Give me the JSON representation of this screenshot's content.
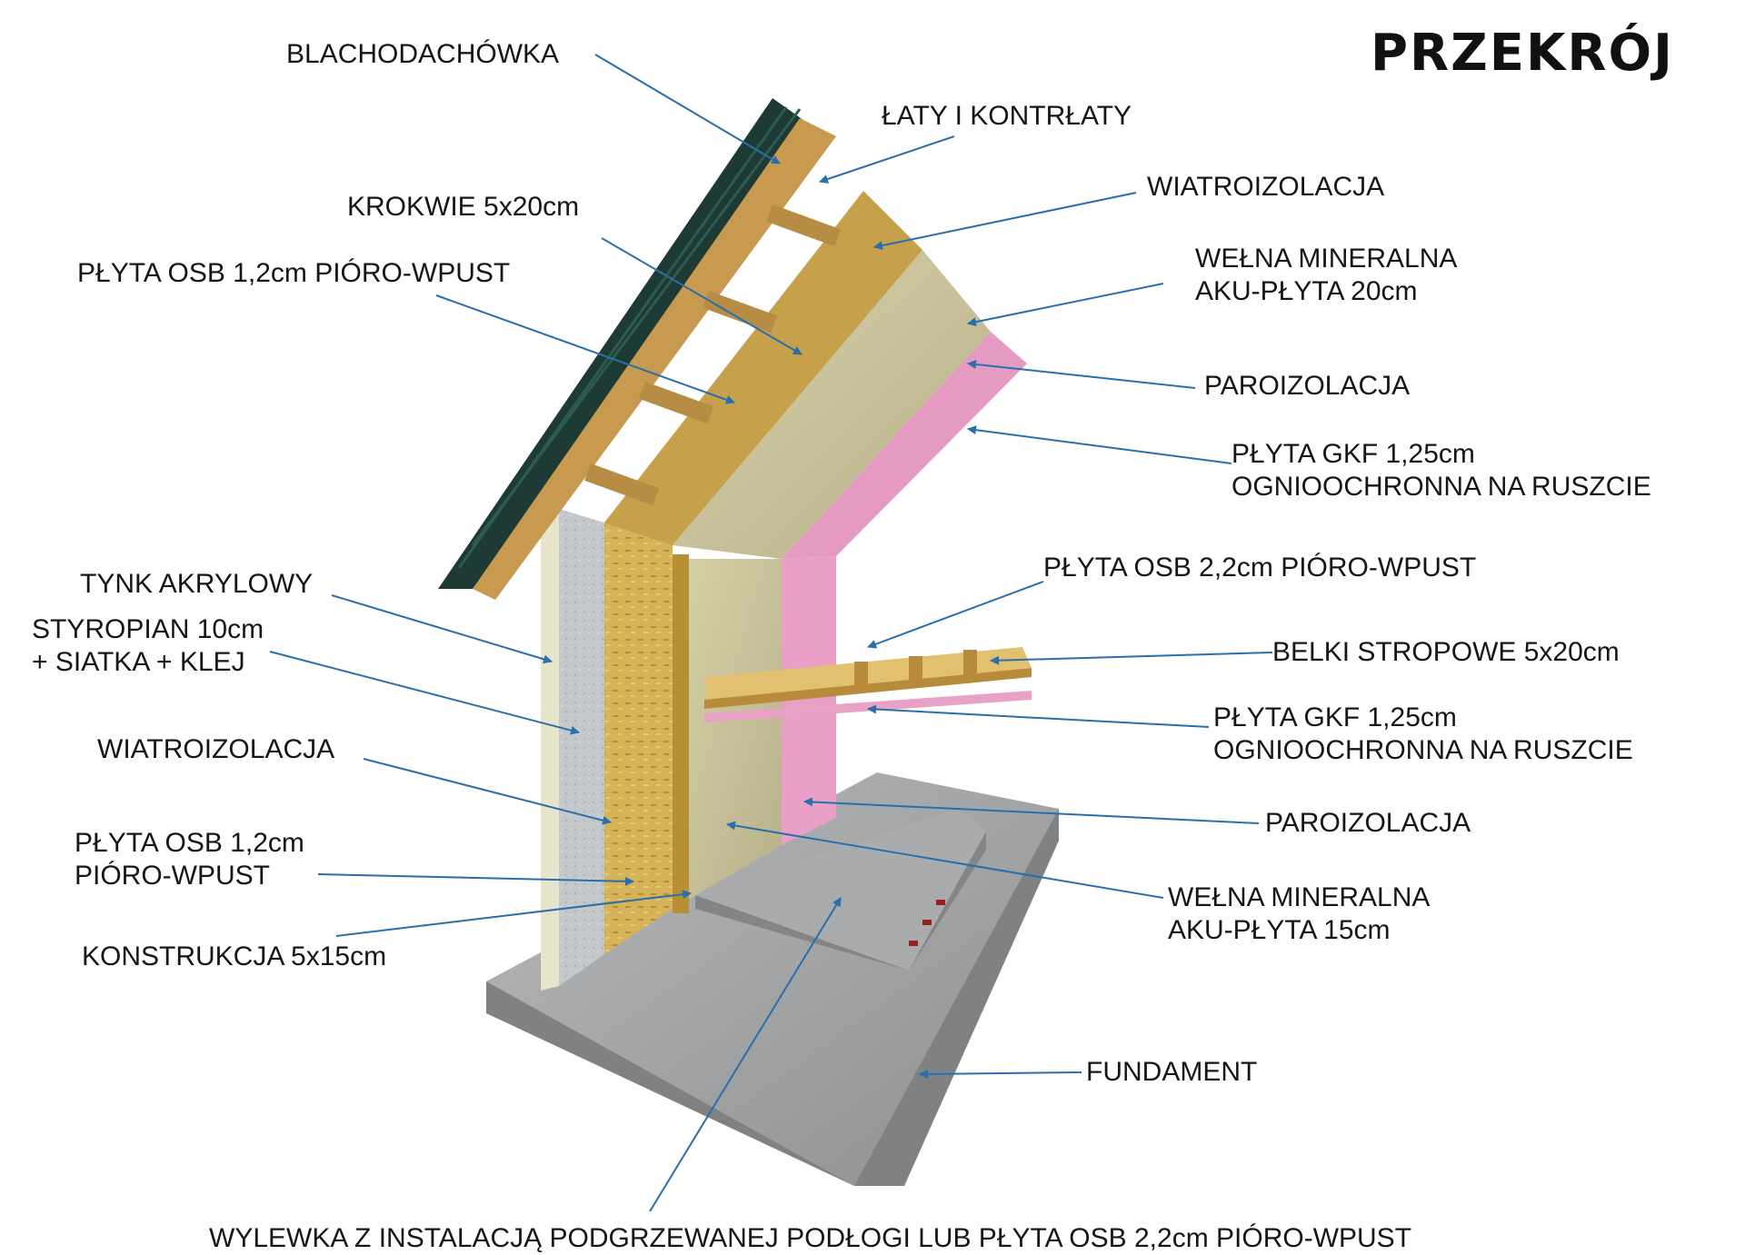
{
  "title": "PRZEKRÓJ",
  "colors": {
    "roof": "#1e3a35",
    "timber": "#c79a4f",
    "osb": "#d9b65a",
    "wool": "#c9c39a",
    "pink": "#eaa0c6",
    "plaster": "#e8e4cc",
    "styrofoam": "#bfc3c6",
    "concrete": "#9a9c9e",
    "arrow": "#2a6fad"
  },
  "labels": {
    "roof_tile": "BLACHODACHÓWKA",
    "battens": "ŁATY I KONTRŁATY",
    "rafters": "KROKWIE 5x20cm",
    "wind_top": "WIATROIZOLACJA",
    "osb_roof": "PŁYTA OSB 1,2cm PIÓRO-WPUST",
    "wool_roof_1": "WEŁNA MINERALNA",
    "wool_roof_2": "AKU-PŁYTA 20cm",
    "vapor_top": "PAROIZOLACJA",
    "gkf_top_1": "PŁYTA GKF 1,25cm",
    "gkf_top_2": "OGNIOOCHRONNA NA RUSZCIE",
    "plaster": "TYNK AKRYLOWY",
    "osb_floor": "PŁYTA OSB 2,2cm PIÓRO-WPUST",
    "styro_1": "STYROPIAN 10cm",
    "styro_2": "+ SIATKA + KLEJ",
    "joists": "BELKI STROPOWE 5x20cm",
    "gkf_mid_1": "PŁYTA GKF 1,25cm",
    "gkf_mid_2": "OGNIOOCHRONNA NA RUSZCIE",
    "wind_wall": "WIATROIZOLACJA",
    "vapor_wall": "PAROIZOLACJA",
    "osb_wall_1": "PŁYTA OSB 1,2cm",
    "osb_wall_2": "PIÓRO-WPUST",
    "wool_wall_1": "WEŁNA MINERALNA",
    "wool_wall_2": "AKU-PŁYTA 15cm",
    "frame": "KONSTRUKCJA 5x15cm",
    "foundation": "FUNDAMENT",
    "screed": "WYLEWKA Z INSTALACJĄ PODGRZEWANEJ PODŁOGI LUB PŁYTA OSB 2,2cm PIÓRO-WPUST"
  }
}
